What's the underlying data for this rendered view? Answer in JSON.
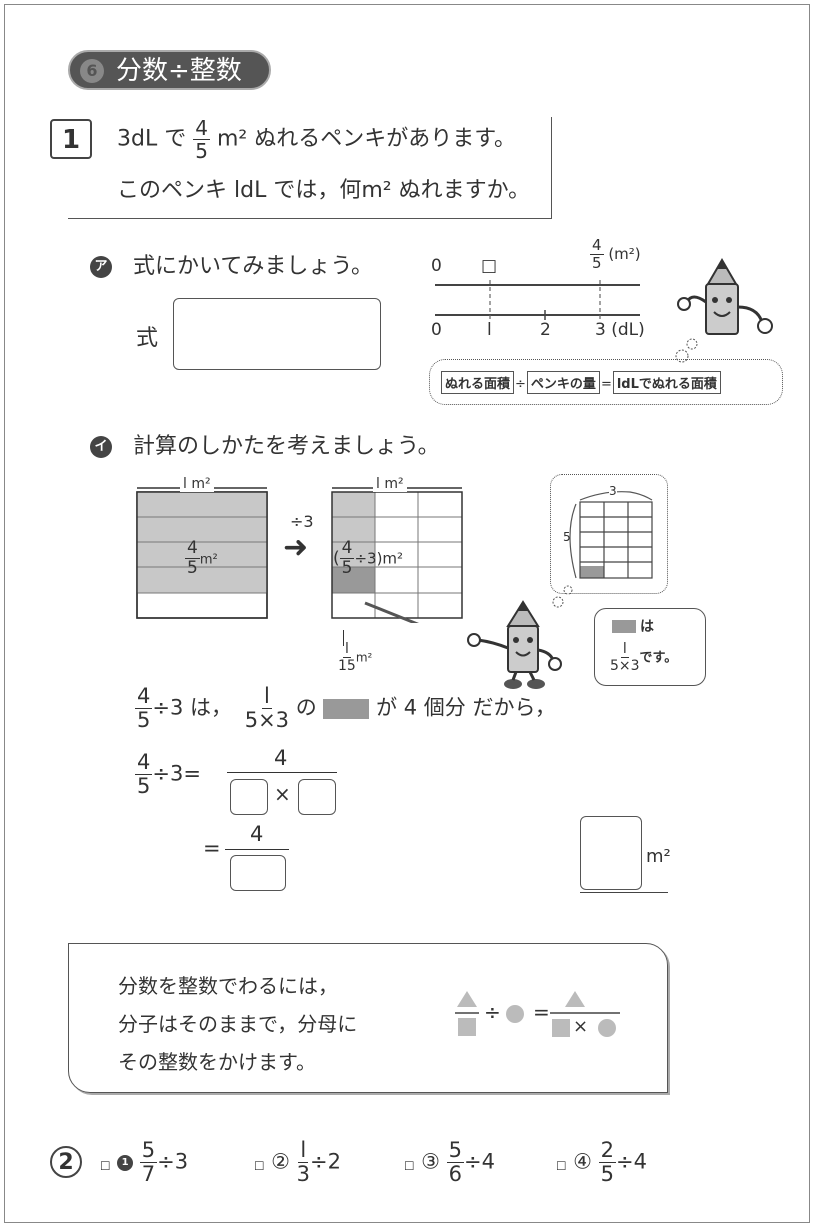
{
  "section": {
    "number": "6",
    "title": "分数÷整数"
  },
  "q1": {
    "number": "1",
    "line1_pre": "3dL で",
    "line1_frac": {
      "n": "4",
      "d": "5"
    },
    "line1_post": "m² ぬれるペンキがあります。",
    "line2": "このペンキ ldL では，何m² ぬれますか。"
  },
  "partA": {
    "marker": "ア",
    "prompt": "式にかいてみましょう。",
    "shiki_label": "式",
    "numberline": {
      "top_labels": [
        "0",
        "□"
      ],
      "top_frac": {
        "n": "4",
        "d": "5"
      },
      "top_unit": "(m²)",
      "bottom_labels": [
        "0",
        "l",
        "2",
        "3 (dL)"
      ]
    },
    "formula_tags": [
      "ぬれる面積",
      "÷",
      "ペンキの量",
      "=",
      "ldLでぬれる面積"
    ]
  },
  "partB": {
    "marker": "イ",
    "prompt": "計算のしかたを考えましょう。",
    "fig1_label": "l m²",
    "fig1_frac": {
      "n": "4",
      "d": "5"
    },
    "fig1_unit": "m²",
    "div_label": "÷3",
    "arrow": "➜",
    "fig2_label": "l m²",
    "fig2_expr_pre": "(",
    "fig2_frac": {
      "n": "4",
      "d": "5"
    },
    "fig2_expr_post": "÷3)m²",
    "small_frac": {
      "n": "l",
      "d": "15"
    },
    "small_unit": "m²",
    "inset_top": "3",
    "inset_side": "5",
    "speech_ha": "は",
    "speech_frac": {
      "n": "l",
      "d": "5×3"
    },
    "speech_desu": "です。"
  },
  "calc": {
    "line1_frac": {
      "n": "4",
      "d": "5"
    },
    "line1_a": "÷3 は，",
    "line1_frac2": {
      "n": "l",
      "d": "5×3"
    },
    "line1_b": "の",
    "line1_c": "が 4 個分 だから，",
    "line2_frac": {
      "n": "4",
      "d": "5"
    },
    "line2_a": "÷3=",
    "line2_num": "4",
    "times": "×",
    "line3_eq": "=",
    "line3_num": "4",
    "answer_unit": "m²"
  },
  "summary": {
    "lines": [
      "分数を整数でわるには，",
      "分子はそのままで，分母に",
      "その整数をかけます。"
    ],
    "div": "÷",
    "eq": "=",
    "times": "×"
  },
  "q2": {
    "number": "2",
    "items": [
      {
        "marker": "1",
        "n": "5",
        "d": "7",
        "op": "÷3"
      },
      {
        "marker": "②",
        "n": "l",
        "d": "3",
        "op": "÷2"
      },
      {
        "marker": "③",
        "n": "5",
        "d": "6",
        "op": "÷4"
      },
      {
        "marker": "④",
        "n": "2",
        "d": "5",
        "op": "÷4"
      }
    ]
  }
}
